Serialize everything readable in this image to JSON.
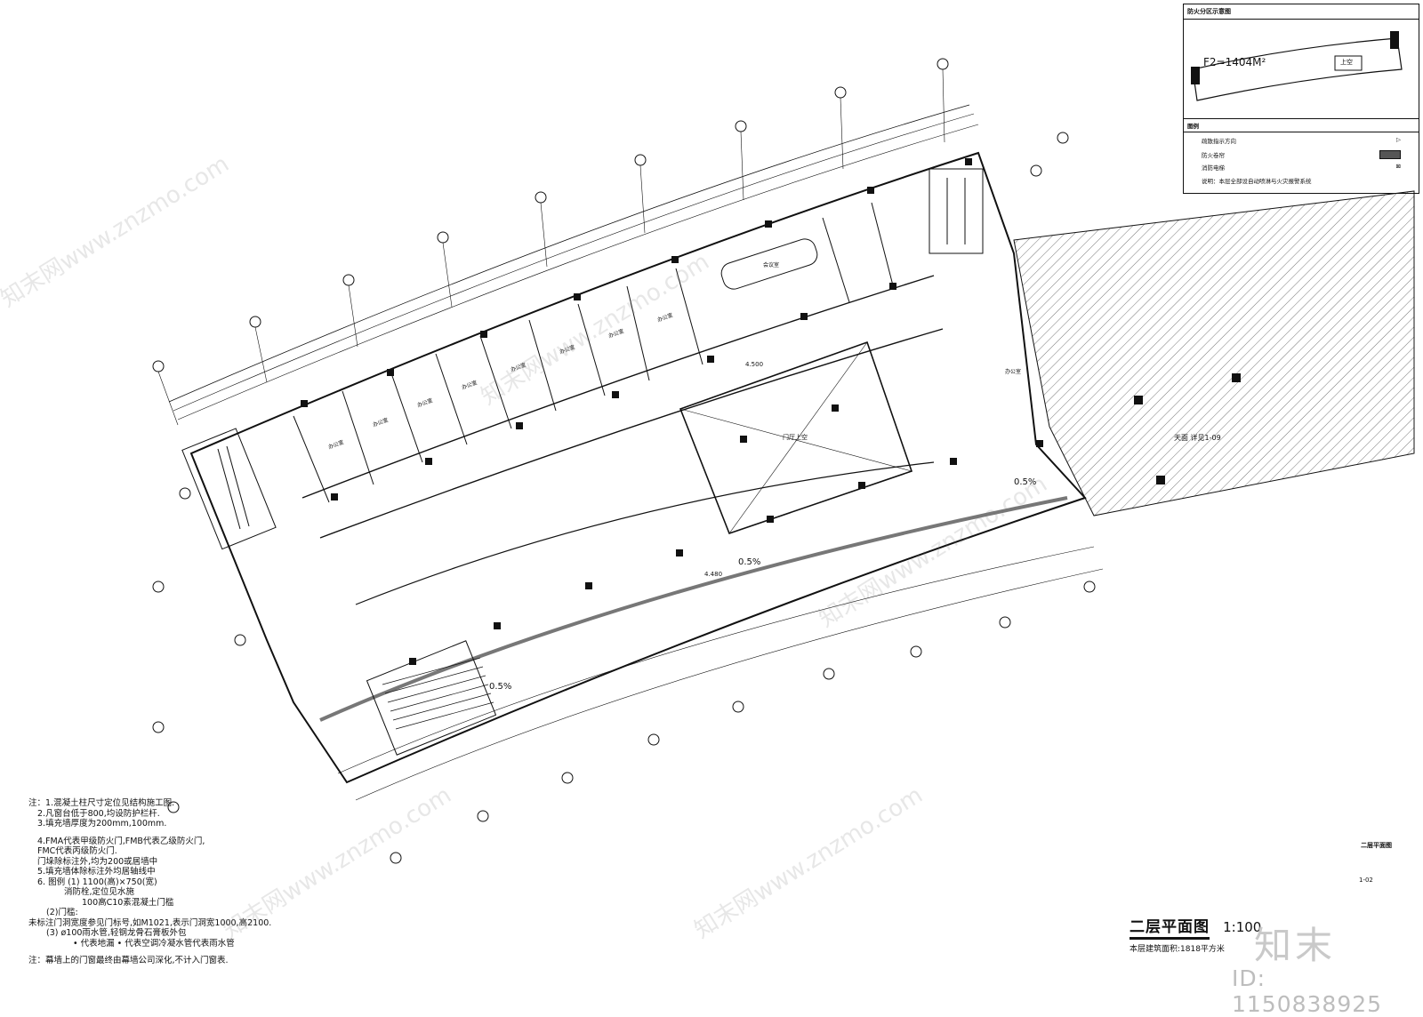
{
  "drawing": {
    "title": "二层平面图",
    "scale": "1:100",
    "area_note": "本层建筑面积:1818平方米",
    "sheet_label": "二层平面图",
    "sheet_number": "1-02"
  },
  "keyplan": {
    "heading": "防火分区示意图",
    "zone_label": "F2=1404M²",
    "void_label": "上空",
    "legend_heading": "图例",
    "legend_items": [
      "疏散指示方向",
      "防火卷帘",
      "消防电梯"
    ],
    "legend_note": "说明：本层全部设自动喷淋与火灾报警系统"
  },
  "plan_labels": {
    "atrium": "门厅上空",
    "elevation_1": "4.500",
    "elevation_2": "4.480",
    "slope_1": "0.5%",
    "slope_2": "0.5%",
    "slope_3": "0.5%",
    "roof_note": "天面 详见1-09",
    "rooms": [
      "会议室",
      "办公室",
      "办公室",
      "办公室",
      "办公室",
      "办公室",
      "办公室",
      "办公室",
      "办公室",
      "办公室"
    ]
  },
  "notes": [
    "注：1.混凝土柱尺寸定位见结构施工图.",
    "2.凡窗台低于800,均设防护栏杆.",
    "3.填充墙厚度为200mm,100mm.",
    "4.FMA代表甲级防火门,FMB代表乙级防火门,",
    "FMC代表丙级防火门.",
    "门垛除标注外,均为200或居墙中",
    "5.填充墙体除标注外均居轴线中",
    "6. 图例  (1)  1100(高)×750(宽)",
    "消防栓,定位见水施",
    "100高C10素混凝土门槛",
    "(2)门槛:",
    "未标注门洞宽度参见门标号,如M1021,表示门洞宽1000,高2100.",
    "(3)  ø100雨水管,轻钢龙骨石膏板外包",
    "• 代表地漏   • 代表空调冷凝水管代表雨水管",
    "注：幕墙上的门窗最终由幕墙公司深化,不计入门窗表."
  ],
  "watermark": {
    "brand": "知末",
    "id": "ID: 1150838925",
    "site": "知末网www.znzmo.com"
  },
  "colors": {
    "line": "#111111",
    "hatch": "#555555",
    "watermark": "#c9c9c9"
  }
}
